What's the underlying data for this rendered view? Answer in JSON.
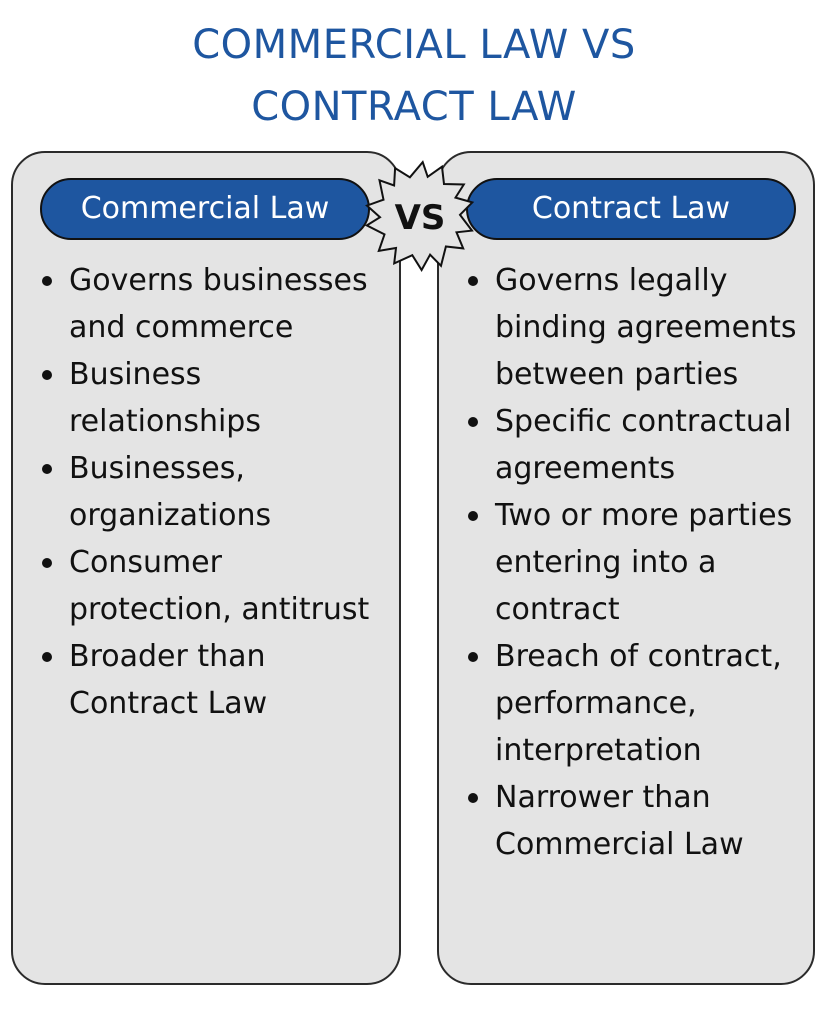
{
  "title": {
    "line1": "COMMERCIAL LAW VS",
    "line2": "CONTRACT LAW"
  },
  "badge": {
    "label": "VS"
  },
  "left": {
    "heading": "Commercial Law",
    "items": [
      "Governs businesses and commerce",
      "Business relationships",
      "Businesses, organizations",
      "Consumer protection, antitrust",
      "Broader than Contract Law"
    ]
  },
  "right": {
    "heading": "Contract Law",
    "items": [
      "Governs legally binding agreements between parties",
      "Specific contractual agreements",
      "Two or more parties entering into a contract",
      "Breach of contract, performance, interpretation",
      "Narrower than Commercial Law"
    ]
  },
  "colors": {
    "accent": "#1e56a0",
    "panel": "#e4e4e4",
    "text": "#111111"
  }
}
